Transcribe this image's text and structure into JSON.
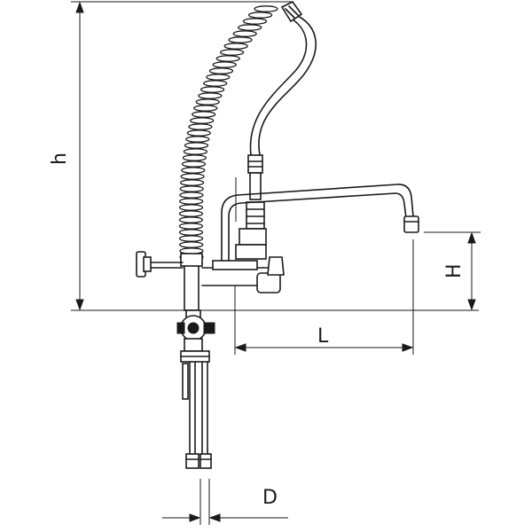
{
  "dimensions": {
    "h_label": "h",
    "H_label": "H",
    "L_label": "L",
    "D_label": "D"
  }
}
